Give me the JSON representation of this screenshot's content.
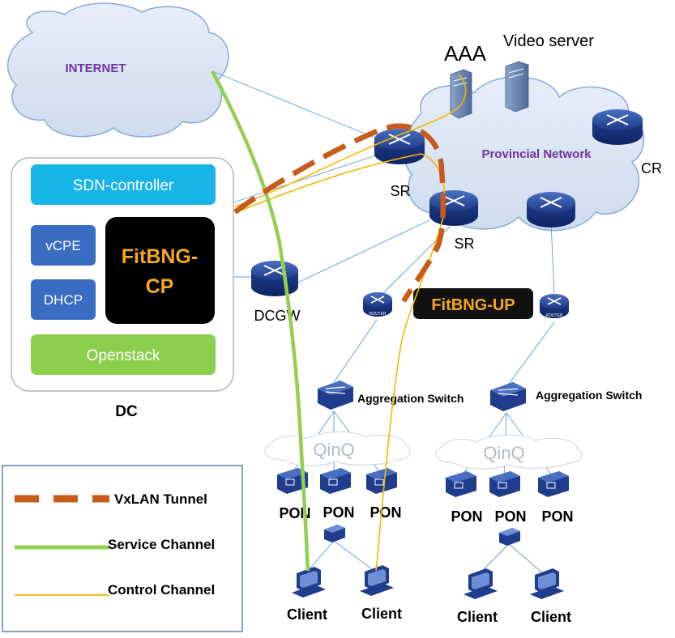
{
  "clouds": {
    "internet": "INTERNET",
    "provincial": "Provincial Network"
  },
  "servers": {
    "aaa": "AAA",
    "video": "Video server"
  },
  "routers": {
    "sr_top": "SR",
    "sr_bottom": "SR",
    "cr": "CR",
    "dcgw": "DCGW",
    "router_badge": "ROUTER"
  },
  "dc": {
    "label": "DC",
    "sdn": "SDN-controller",
    "vcpe": "vCPE",
    "dhcp": "DHCP",
    "fitbng_cp_line1": "FitBNG-",
    "fitbng_cp_line2": "CP",
    "openstack": "Openstack"
  },
  "fitbng_up": "FitBNG-UP",
  "aggregation": {
    "left": "Aggregation Switch",
    "right": "Aggregation Switch"
  },
  "qinq": {
    "left": "QinQ",
    "right": "QinQ"
  },
  "pon": [
    "PON",
    "PON",
    "PON",
    "PON",
    "PON",
    "PON"
  ],
  "clients": [
    "Client",
    "Client",
    "Client",
    "Client"
  ],
  "legend": {
    "vxlan": "VxLAN Tunnel",
    "service": "Service Channel",
    "control": "Control Channel"
  },
  "colors": {
    "cloud_fill": "#dce6f4",
    "cloud_stroke": "#8aaad3",
    "purple_text": "#7030a0",
    "router_blue": "#1f3d8c",
    "sdn_fill": "#17b4e8",
    "box_blue": "#3b6cc4",
    "openstack_green": "#8ccf4f",
    "fitbng_text": "#f5a623",
    "vxlan_orange": "#c65b1a",
    "service_green": "#92d050",
    "control_yellow": "#f5b800",
    "thin_line": "#5b9bd5"
  }
}
